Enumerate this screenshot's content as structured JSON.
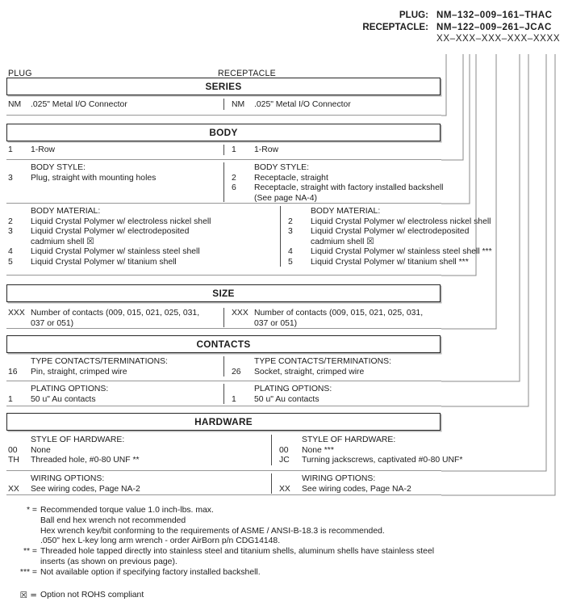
{
  "header": {
    "plug_label": "PLUG:",
    "plug_number": "NM–132–009–161–THAC",
    "receptacle_label": "RECEPTACLE:",
    "receptacle_number": "NM–122–009–261–JCAC",
    "mask": "XX–XXX–XXX–XXX–XXXX"
  },
  "column_labels": {
    "left": "PLUG",
    "right": "RECEPTACLE"
  },
  "sections": [
    {
      "title": "SERIES",
      "rows": [
        {
          "left": {
            "heading": "",
            "options": [
              {
                "code": "NM",
                "desc": ".025\" Metal I/O Connector"
              }
            ]
          },
          "right": {
            "heading": "",
            "options": [
              {
                "code": "NM",
                "desc": ".025\" Metal I/O Connector"
              }
            ]
          }
        }
      ]
    },
    {
      "title": "BODY",
      "rows": [
        {
          "left": {
            "heading": "",
            "options": [
              {
                "code": "1",
                "desc": "1-Row"
              }
            ]
          },
          "right": {
            "heading": "",
            "options": [
              {
                "code": "1",
                "desc": "1-Row"
              }
            ]
          }
        },
        {
          "left": {
            "heading": "BODY STYLE:",
            "options": [
              {
                "code": "3",
                "desc": "Plug, straight with mounting holes"
              }
            ]
          },
          "right": {
            "heading": "BODY STYLE:",
            "options": [
              {
                "code": "2",
                "desc": "Receptacle, straight"
              },
              {
                "code": "6",
                "desc": "Receptacle, straight with factory installed backshell"
              },
              {
                "code": "",
                "desc": "(See page NA-4)"
              }
            ]
          }
        },
        {
          "left": {
            "heading": "BODY MATERIAL:",
            "options": [
              {
                "code": "2",
                "desc": "Liquid Crystal Polymer w/ electroless nickel shell"
              },
              {
                "code": "3",
                "desc": "Liquid Crystal Polymer w/ electrodeposited"
              },
              {
                "code": "",
                "desc": "cadmium shell  ☒"
              },
              {
                "code": "4",
                "desc": "Liquid Crystal Polymer w/ stainless steel shell"
              },
              {
                "code": "5",
                "desc": "Liquid Crystal Polymer w/ titanium shell"
              }
            ]
          },
          "right": {
            "heading": "BODY MATERIAL:",
            "options": [
              {
                "code": "2",
                "desc": "Liquid Crystal Polymer w/ electroless nickel shell"
              },
              {
                "code": "3",
                "desc": "Liquid Crystal Polymer w/ electrodeposited"
              },
              {
                "code": "",
                "desc": "cadmium shell  ☒"
              },
              {
                "code": "4",
                "desc": "Liquid Crystal Polymer w/ stainless steel shell ***"
              },
              {
                "code": "5",
                "desc": "Liquid Crystal Polymer w/ titanium shell ***"
              }
            ]
          }
        }
      ]
    },
    {
      "title": "SIZE",
      "rows": [
        {
          "left": {
            "heading": "",
            "options": [
              {
                "code": "XXX",
                "desc": "Number of contacts (009, 015, 021, 025, 031,"
              },
              {
                "code": "",
                "desc": "037 or 051)"
              }
            ]
          },
          "right": {
            "heading": "",
            "options": [
              {
                "code": "XXX",
                "desc": "Number of contacts (009, 015, 021, 025, 031,"
              },
              {
                "code": "",
                "desc": "037 or 051)"
              }
            ]
          }
        }
      ]
    },
    {
      "title": "CONTACTS",
      "rows": [
        {
          "left": {
            "heading": "TYPE CONTACTS/TERMINATIONS:",
            "options": [
              {
                "code": "16",
                "desc": "Pin, straight, crimped wire"
              }
            ]
          },
          "right": {
            "heading": "TYPE CONTACTS/TERMINATIONS:",
            "options": [
              {
                "code": "26",
                "desc": "Socket, straight, crimped wire"
              }
            ]
          }
        },
        {
          "left": {
            "heading": "PLATING OPTIONS:",
            "options": [
              {
                "code": "1",
                "desc": "50 u\" Au contacts"
              }
            ]
          },
          "right": {
            "heading": "PLATING OPTIONS:",
            "options": [
              {
                "code": "1",
                "desc": "50 u\" Au contacts"
              }
            ]
          }
        }
      ]
    },
    {
      "title": "HARDWARE",
      "rows": [
        {
          "left": {
            "heading": "STYLE OF HARDWARE:",
            "options": [
              {
                "code": "00",
                "desc": "None"
              },
              {
                "code": "TH",
                "desc": "Threaded hole, #0-80 UNF  **"
              }
            ]
          },
          "right": {
            "heading": "STYLE OF HARDWARE:",
            "options": [
              {
                "code": "00",
                "desc": "None  ***"
              },
              {
                "code": "JC",
                "desc": "Turning jackscrews, captivated #0-80 UNF*"
              }
            ]
          }
        },
        {
          "left": {
            "heading": "WIRING OPTIONS:",
            "options": [
              {
                "code": "XX",
                "desc": "See wiring codes, Page NA-2"
              }
            ]
          },
          "right": {
            "heading": "WIRING OPTIONS:",
            "options": [
              {
                "code": "XX",
                "desc": "See wiring codes, Page NA-2"
              }
            ]
          }
        }
      ]
    }
  ],
  "footnotes": [
    {
      "m": "* =",
      "t": "Recommended torque value 1.0 inch-lbs. max."
    },
    {
      "m": "",
      "t": "Ball end hex wrench not recommended"
    },
    {
      "m": "",
      "t": "Hex wrench key/bit conforming to the requirements of ASME / ANSI-B-18.3 is recommended."
    },
    {
      "m": "",
      "t": ".050\" hex L-key long arm wrench - order AirBorn p/n CDG14148."
    },
    {
      "m": "** =",
      "t": "Threaded hole tapped directly into stainless steel and titanium shells, aluminum shells have stainless steel"
    },
    {
      "m": "",
      "t": "inserts (as shown on previous page)."
    },
    {
      "m": "*** =",
      "t": "Not available option if specifying factory installed backshell."
    }
  ],
  "rohs_note": {
    "marker": "☒ =",
    "text": "Option not ROHS compliant"
  }
}
